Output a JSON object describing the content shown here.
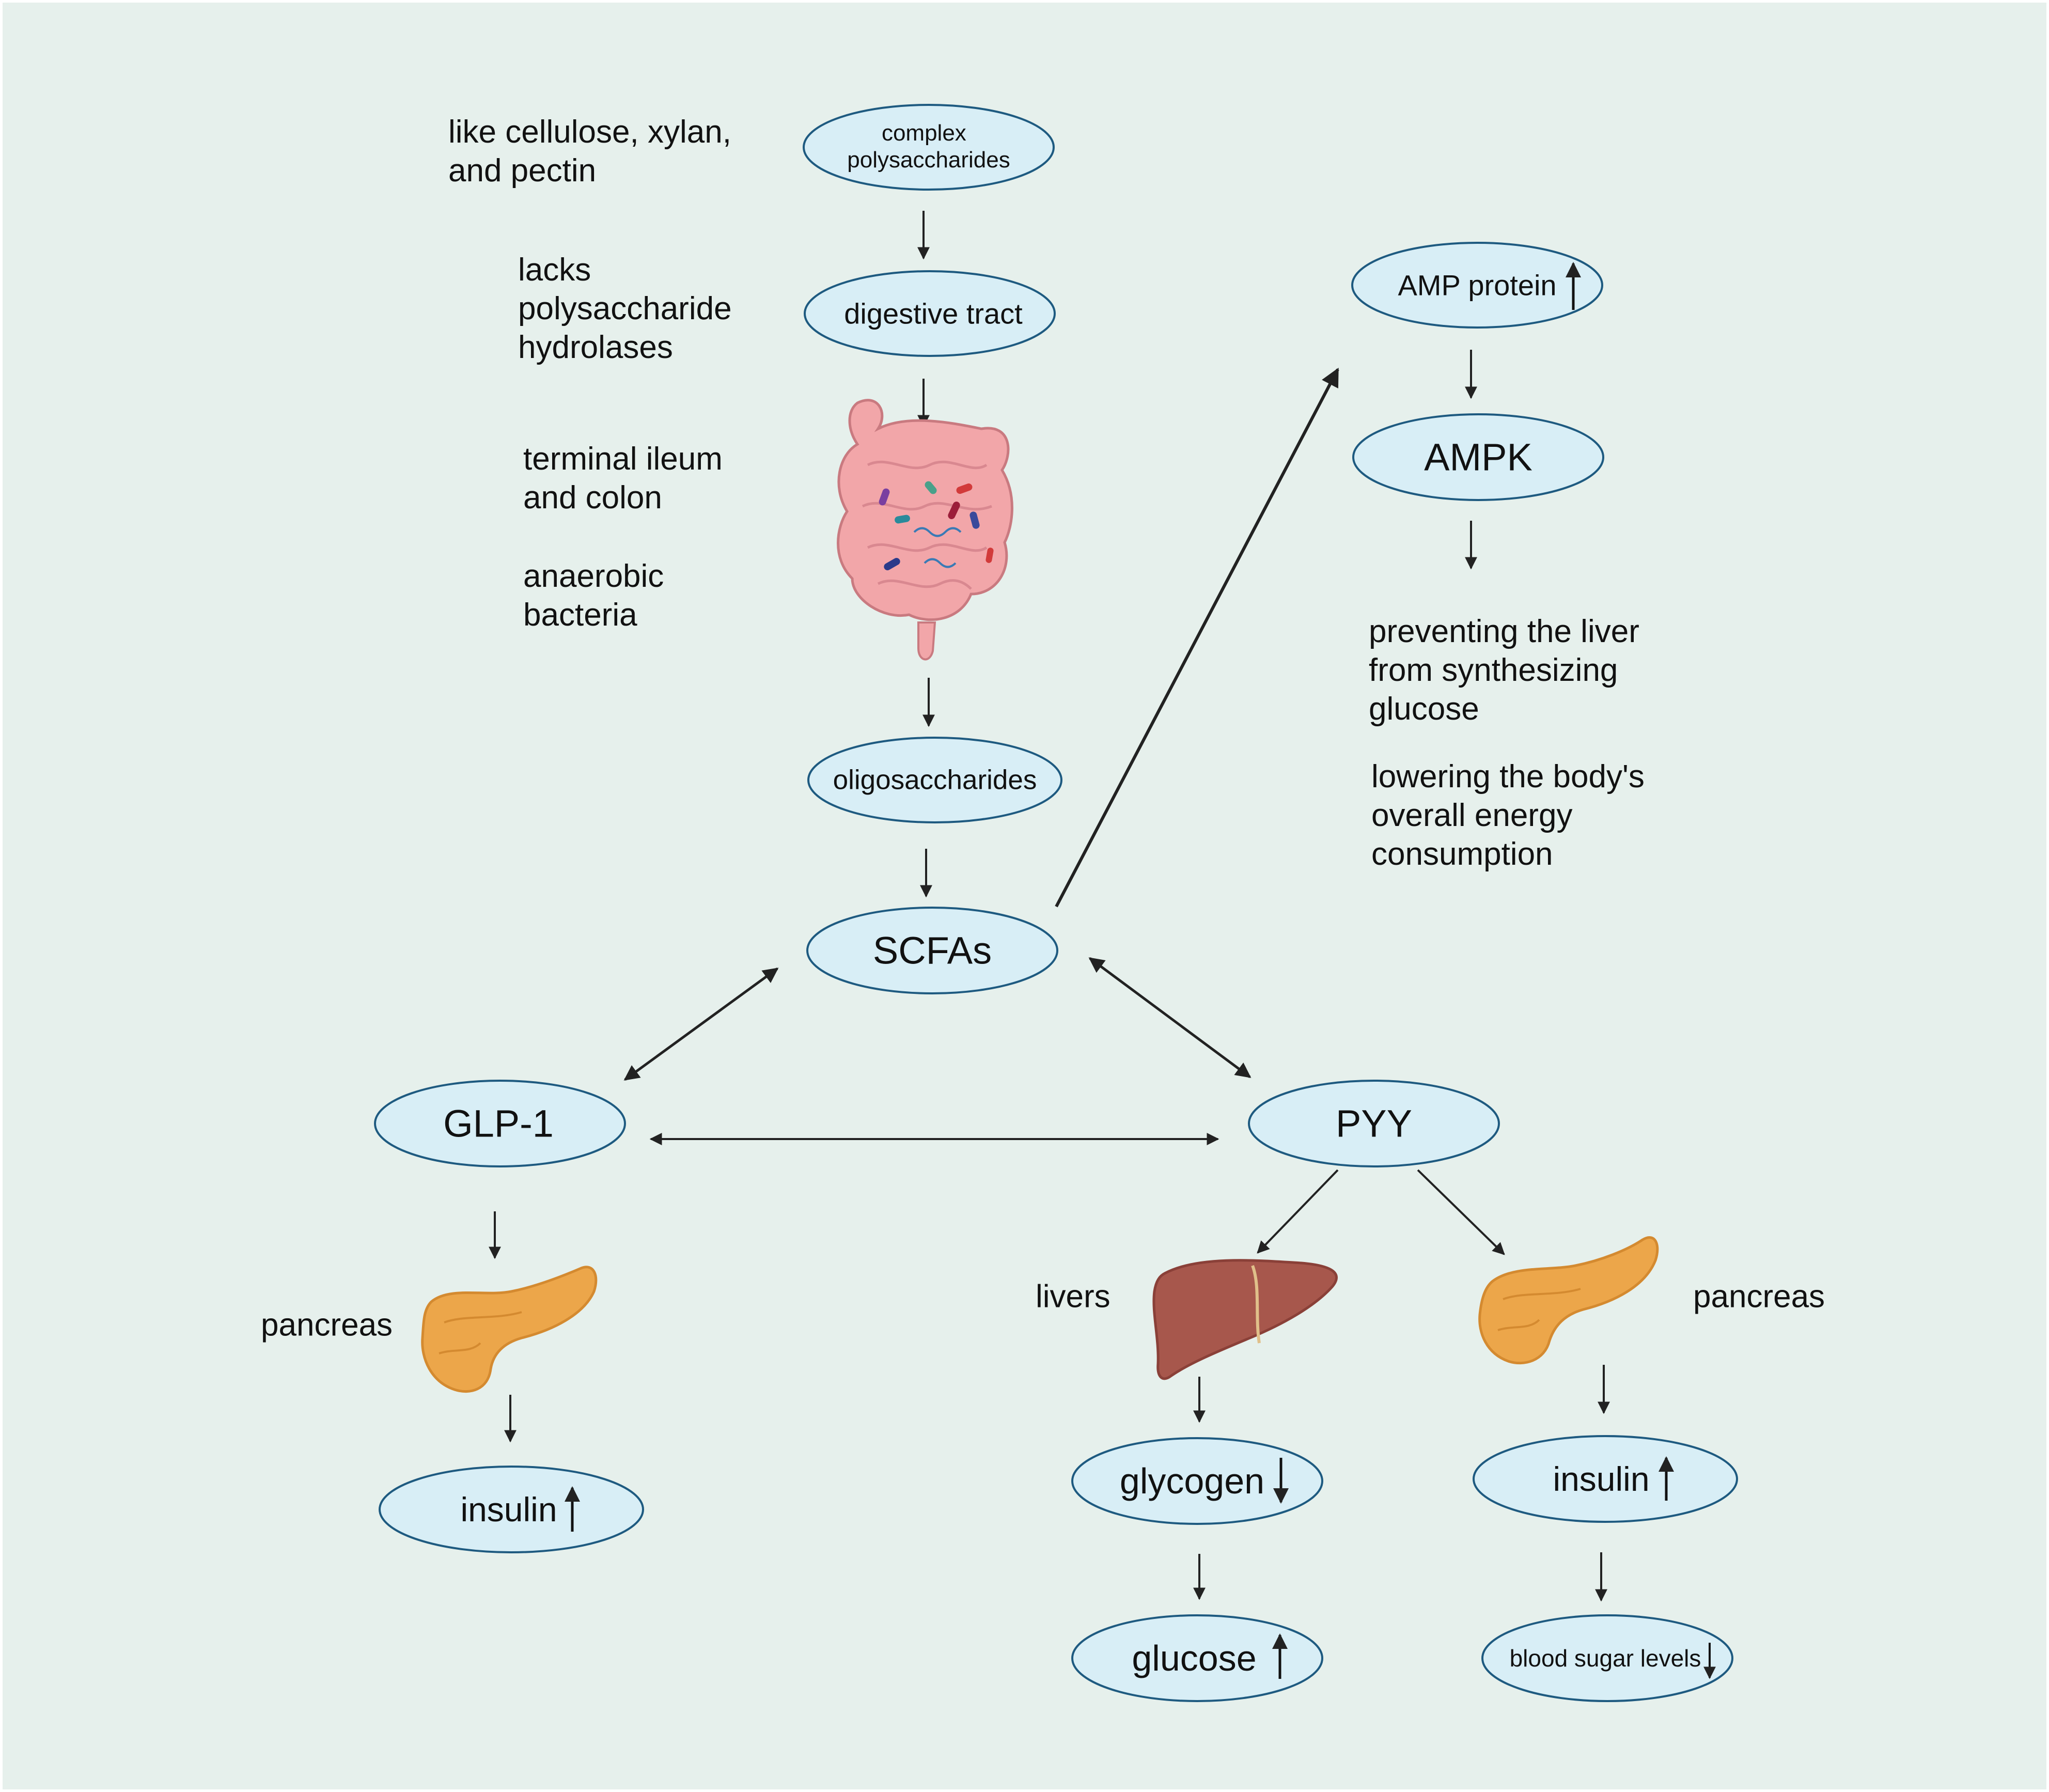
{
  "colors": {
    "background": "#e6f0ec",
    "node_fill": "#d8eef6",
    "node_stroke": "#1e5a80",
    "arrow": "#222222",
    "intestine": "#f2a6a9",
    "pancreas": "#eca64a",
    "liver": "#a7574c"
  },
  "nodes": {
    "complex_polysaccharides": [
      "complex",
      "polysaccharides"
    ],
    "digestive_tract": "digestive tract",
    "oligosaccharides": "oligosaccharides",
    "scfas": "SCFAs",
    "amp_protein": "AMP protein",
    "ampk": "AMPK",
    "glp1": "GLP-1",
    "pyy": "PYY",
    "insulin_left": "insulin",
    "glycogen": "glycogen",
    "glucose": "glucose",
    "insulin_right": "insulin",
    "blood_sugar": "blood sugar levels"
  },
  "notes": {
    "cellulose": [
      "like cellulose, xylan,",
      "and pectin"
    ],
    "hydrolases": [
      "lacks",
      "polysaccharide",
      "hydrolases"
    ],
    "ileum": [
      "terminal ileum",
      "and colon"
    ],
    "bacteria": [
      "anaerobic",
      "bacteria"
    ],
    "liver_glucose": [
      "preventing the liver",
      "from synthesizing",
      "glucose"
    ],
    "energy": [
      "lowering the body's",
      "overall energy",
      "consumption"
    ],
    "pancreas_left": "pancreas",
    "livers": "livers",
    "pancreas_right": "pancreas"
  },
  "icons": [
    "intestine-icon",
    "pancreas-icon",
    "liver-icon",
    "up-arrow-icon",
    "down-arrow-icon"
  ]
}
